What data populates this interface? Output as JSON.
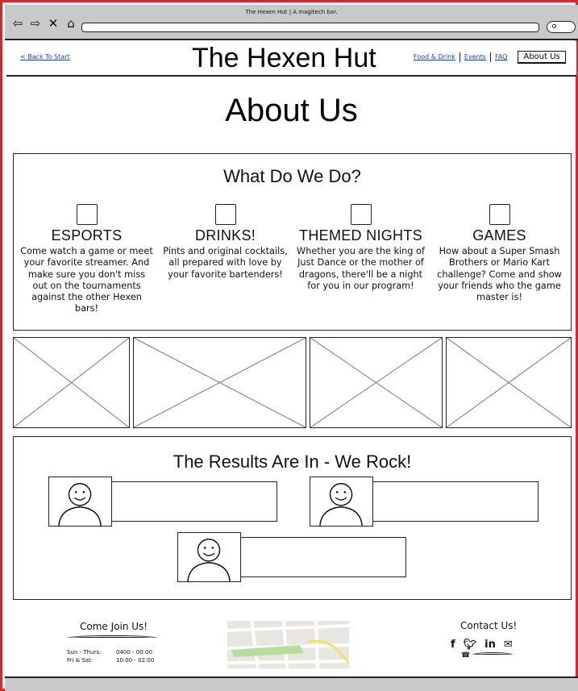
{
  "browser": {
    "window_title": "The Hexen Hut | A magitech bar.",
    "icons": [
      "arrow-left-icon",
      "arrow-right-icon",
      "close-icon",
      "home-icon"
    ]
  },
  "header": {
    "back_link": "< Back To Start",
    "site_title": "The Hexen Hut",
    "nav": [
      "Food & Drink",
      "Events",
      "FAQ"
    ],
    "nav_active": "About Us"
  },
  "page": {
    "title": "About Us"
  },
  "what_we_do": {
    "title": "What Do We Do?",
    "features": [
      {
        "title": "ESPORTS",
        "text": "Come watch a game or meet your favorite streamer. And make sure you don't miss out on the tournaments against the other Hexen bars!"
      },
      {
        "title": "DRINKS!",
        "text": "Pints and original cocktails, all prepared with love by your favorite bartenders!"
      },
      {
        "title": "THEMED NIGHTS",
        "text": "Whether you are the king of Just Dance or the mother of dragons, there'll be a night for you in our program!"
      },
      {
        "title": "GAMES",
        "text": "How about a Super Smash Brothers or Mario Kart challenge? Come and show your friends who the game master is!"
      }
    ]
  },
  "results": {
    "title": "The Results Are In - We Rock!"
  },
  "footer": {
    "join_title": "Come Join Us!",
    "hours": [
      {
        "days": "Sun - Thurs:",
        "time": "0400 - 00:00"
      },
      {
        "days": "Fri & Sat:",
        "time": "10:00 - 02:00"
      }
    ],
    "contact_title": "Contact Us!",
    "social_icons": [
      "facebook-icon",
      "twitter-icon",
      "linkedin-icon",
      "email-icon"
    ]
  }
}
